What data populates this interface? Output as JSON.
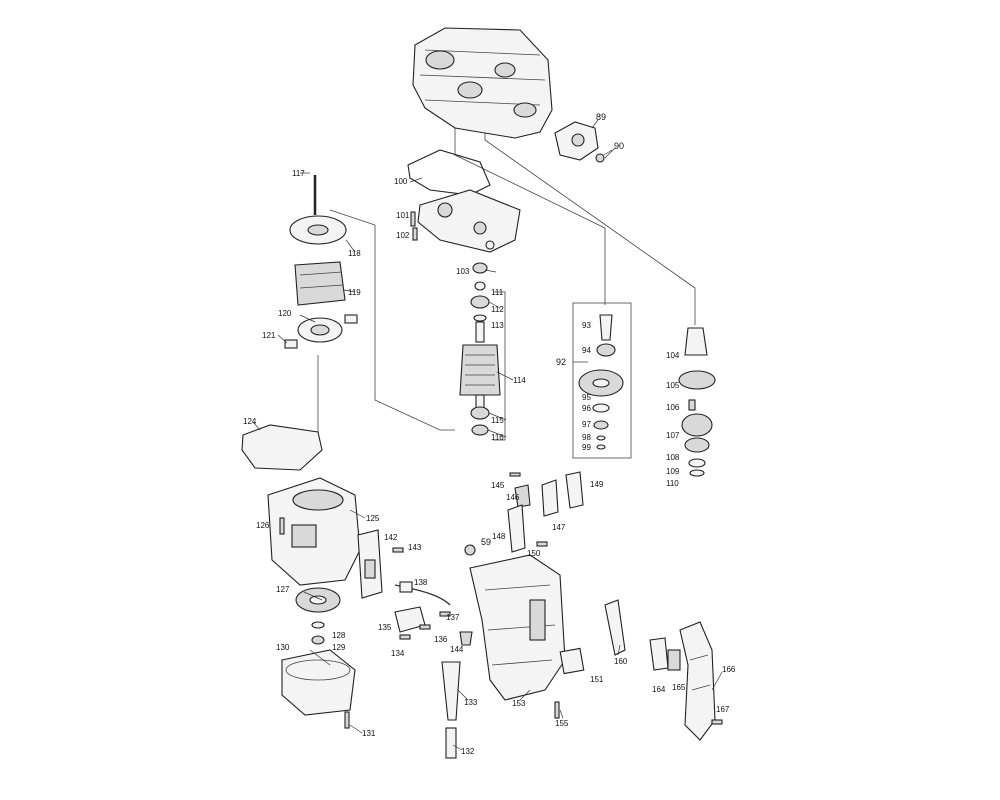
{
  "diagram": {
    "labels": [
      "89",
      "90",
      "100",
      "101",
      "102",
      "103",
      "111",
      "112",
      "113",
      "114",
      "115",
      "116",
      "117",
      "118",
      "119",
      "120",
      "121",
      "92",
      "93",
      "94",
      "95",
      "96",
      "97",
      "98",
      "99",
      "104",
      "105",
      "106",
      "107",
      "108",
      "109",
      "110",
      "124",
      "125",
      "126",
      "142",
      "143",
      "138",
      "127",
      "128",
      "129",
      "130",
      "131",
      "135",
      "137",
      "136",
      "134",
      "144",
      "133",
      "132",
      "145",
      "146",
      "147",
      "148",
      "149",
      "150",
      "59",
      "151",
      "153",
      "155",
      "160",
      "164",
      "165",
      "166",
      "167"
    ]
  }
}
